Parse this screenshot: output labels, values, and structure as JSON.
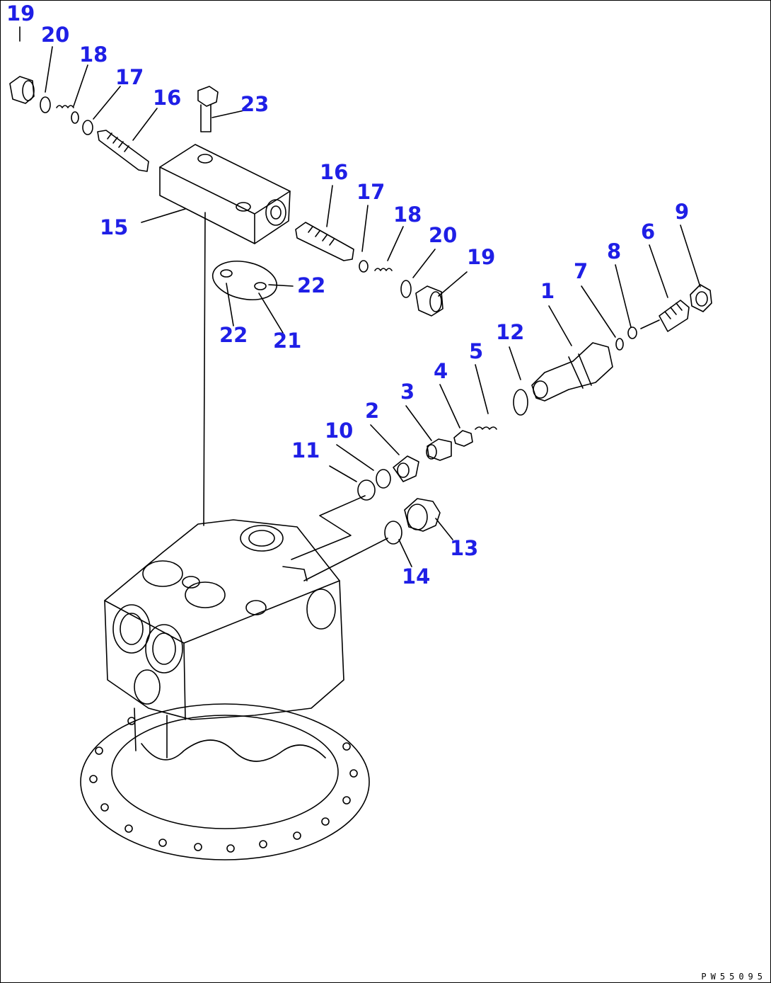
{
  "diagram": {
    "drawing_code": "PW55095",
    "callouts": [
      {
        "id": "c19a",
        "text": "19"
      },
      {
        "id": "c20a",
        "text": "20"
      },
      {
        "id": "c18a",
        "text": "18"
      },
      {
        "id": "c17a",
        "text": "17"
      },
      {
        "id": "c16a",
        "text": "16"
      },
      {
        "id": "c23",
        "text": "23"
      },
      {
        "id": "c15",
        "text": "15"
      },
      {
        "id": "c16b",
        "text": "16"
      },
      {
        "id": "c17b",
        "text": "17"
      },
      {
        "id": "c18b",
        "text": "18"
      },
      {
        "id": "c20b",
        "text": "20"
      },
      {
        "id": "c19b",
        "text": "19"
      },
      {
        "id": "c22a",
        "text": "22"
      },
      {
        "id": "c22b",
        "text": "22"
      },
      {
        "id": "c21",
        "text": "21"
      },
      {
        "id": "c9",
        "text": "9"
      },
      {
        "id": "c6",
        "text": "6"
      },
      {
        "id": "c8",
        "text": "8"
      },
      {
        "id": "c7",
        "text": "7"
      },
      {
        "id": "c1",
        "text": "1"
      },
      {
        "id": "c12",
        "text": "12"
      },
      {
        "id": "c5",
        "text": "5"
      },
      {
        "id": "c4",
        "text": "4"
      },
      {
        "id": "c3",
        "text": "3"
      },
      {
        "id": "c2",
        "text": "2"
      },
      {
        "id": "c10",
        "text": "10"
      },
      {
        "id": "c11",
        "text": "11"
      },
      {
        "id": "c13",
        "text": "13"
      },
      {
        "id": "c14",
        "text": "14"
      }
    ]
  },
  "colors": {
    "callout": "#1f1fe6",
    "line": "#000000",
    "background": "#ffffff"
  }
}
